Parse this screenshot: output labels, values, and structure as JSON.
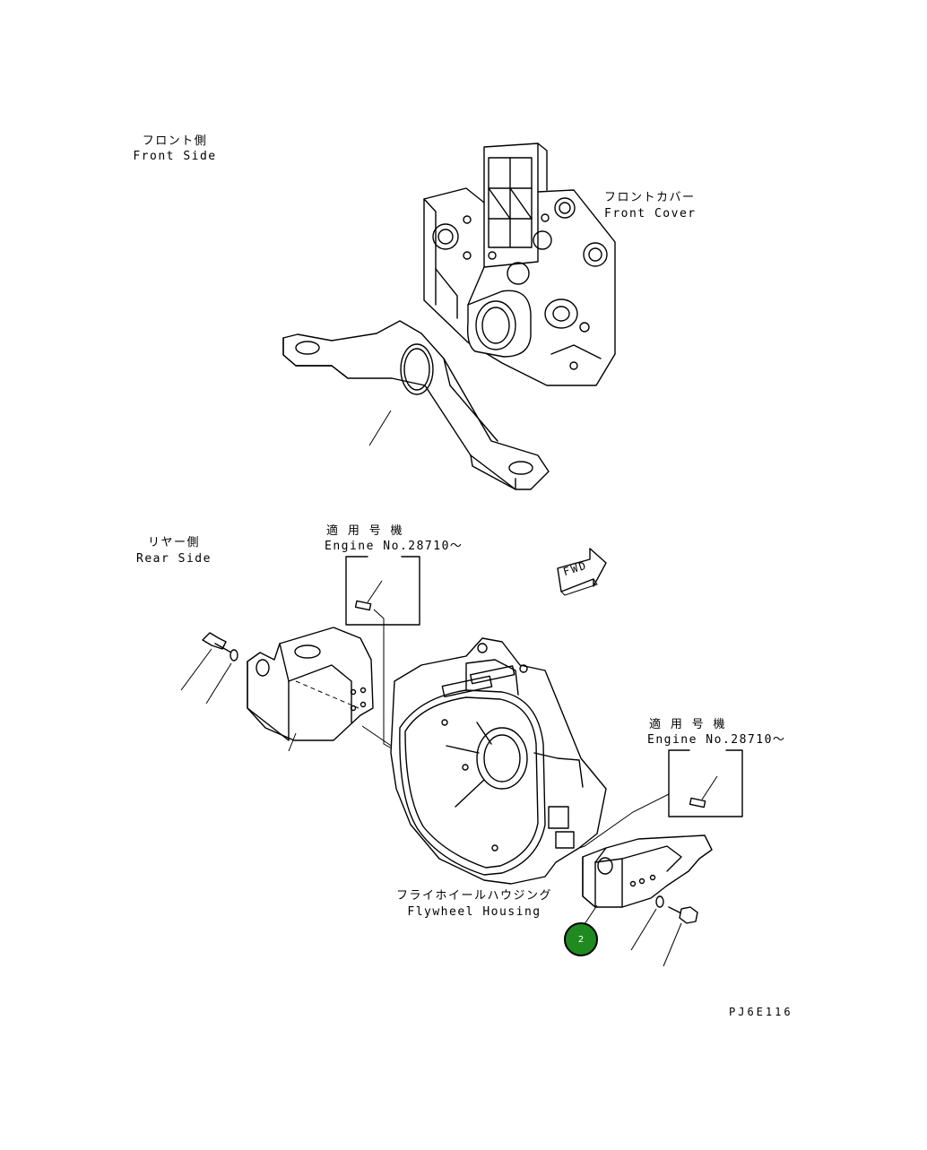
{
  "labels": {
    "front_side_jp": "フロント側",
    "front_side_en": "Front Side",
    "front_cover_jp": "フロントカバー",
    "front_cover_en": "Front Cover",
    "rear_side_jp": "リヤー側",
    "rear_side_en": "Rear Side",
    "applicable_left_jp": "適 用 号 機",
    "applicable_left_en": "Engine No.28710～",
    "applicable_right_jp": "適 用 号 機",
    "applicable_right_en": "Engine No.28710～",
    "fwd": "FWD",
    "flywheel_housing_jp": "フライホイールハウジング",
    "flywheel_housing_en": "Flywheel Housing",
    "drawing_code": "PJ6E116"
  },
  "callouts": [
    {
      "number": "2",
      "color": "#1f8a1f"
    }
  ]
}
